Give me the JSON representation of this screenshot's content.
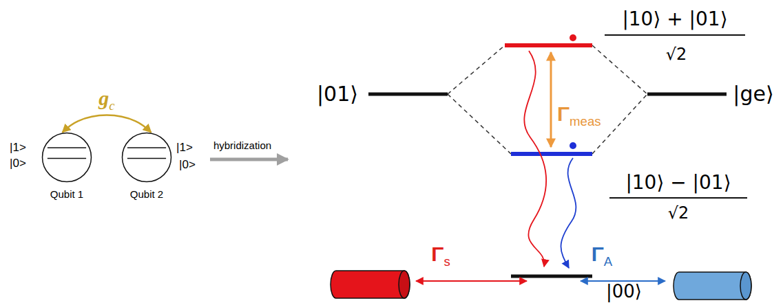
{
  "diagram": {
    "nodes": [
      {
        "text": [
          "Qubit 1"
        ]
      },
      {
        "text": [
          "Qubit 2"
        ]
      }
    ],
    "edges": [
      {
        "from": 0,
        "to": 1,
        "arrow": "both",
        "label": "gc"
      }
    ],
    "labels": [
      "|1>",
      "|0>",
      "|1>",
      "|0>",
      "hybridization",
      "|10⟩ + |01⟩",
      "√2",
      "|01⟩",
      "|ge⟩",
      "Γmeas",
      "|10⟩ − |01⟩",
      "√2",
      "Γs",
      "ΓA",
      "|00⟩"
    ]
  }
}
